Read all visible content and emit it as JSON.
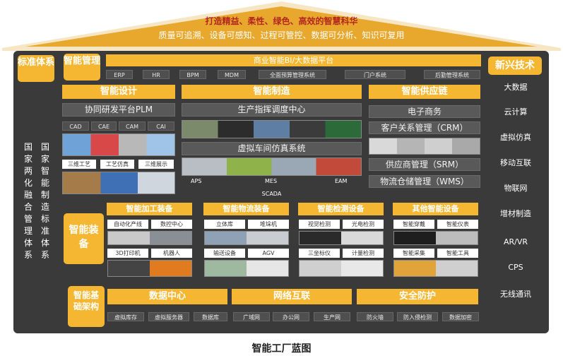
{
  "roof": {
    "title": "打造精益、柔性、绿色、高效的智慧科华",
    "subtitle": "质量可追溯、设备可感知、过程可管控、数据可分析、知识可复用"
  },
  "left": {
    "standard_title": "标准体系",
    "col1": "国家两化融合管理体系",
    "col2": "国家智能制造标准体系"
  },
  "management": {
    "label": "智能管理",
    "platform": "商业智能BI/大数据平台",
    "systems": [
      "ERP",
      "HR",
      "BPM",
      "MDM",
      "全面预算管理系统",
      "门户系统",
      "后勤管理系统"
    ]
  },
  "design": {
    "title": "智能设计",
    "platform": "协同研发平台PLM",
    "tools": [
      "CAD",
      "CAE",
      "CAM",
      "CAI"
    ],
    "sub": [
      "三维工艺",
      "工艺仿真",
      "三维展示"
    ]
  },
  "manufacturing": {
    "title": "智能制造",
    "center": "生产指挥调度中心",
    "sim": "虚拟车间仿真系统",
    "systems": [
      "APS",
      "MES",
      "EAM"
    ],
    "scada": "SCADA"
  },
  "supply": {
    "title": "智能供应链",
    "items": [
      "电子商务",
      "客户关系管理（CRM）",
      "供应商管理（SRM）",
      "物流仓储管理（WMS）"
    ]
  },
  "equipment": {
    "label": "智能装备",
    "groups": [
      {
        "title": "智能加工装备",
        "items": [
          "自动化产线",
          "数控中心",
          "3D打印机",
          "机器人"
        ]
      },
      {
        "title": "智能物流装备",
        "items": [
          "立体库",
          "堆垛机",
          "输送设备",
          "AGV"
        ]
      },
      {
        "title": "智能检测设备",
        "items": [
          "视觉检测",
          "光电检测",
          "三坐标仪",
          "计量检测"
        ]
      },
      {
        "title": "其他智能设备",
        "items": [
          "智能穿戴",
          "智能仪表",
          "智能采集",
          "智能工具"
        ]
      }
    ]
  },
  "infrastructure": {
    "label": "智能基础架构",
    "groups": [
      {
        "title": "数据中心",
        "items": [
          "虚拟库存",
          "虚拟服务器",
          "数据库"
        ]
      },
      {
        "title": "网络互联",
        "items": [
          "广域网",
          "办公网",
          "生产网"
        ]
      },
      {
        "title": "安全防护",
        "items": [
          "防火墙",
          "防入侵检测",
          "数据加密"
        ]
      }
    ]
  },
  "emerging": {
    "title": "新兴技术",
    "items": [
      "大数据",
      "云计算",
      "虚拟仿真",
      "移动互联",
      "物联网",
      "增材制造",
      "AR/VR",
      "CPS",
      "无线通讯"
    ]
  },
  "footer": "智能工厂蓝图",
  "colors": {
    "accent": "#f5b731",
    "board": "#3a3a3a",
    "bar": "#595959",
    "roof": "#f7e6c4",
    "title_red": "#b3261e"
  }
}
